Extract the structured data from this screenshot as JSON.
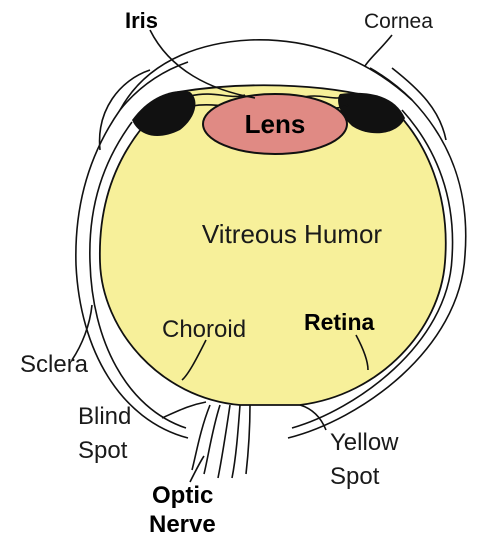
{
  "labels": {
    "iris": "Iris",
    "cornea": "Cornea",
    "lens": "Lens",
    "vitreous_humor": "Vitreous Humor",
    "choroid": "Choroid",
    "retina": "Retina",
    "sclera": "Sclera",
    "blind_spot_1": "Blind",
    "blind_spot_2": "Spot",
    "yellow_spot_1": "Yellow",
    "yellow_spot_2": "Spot",
    "optic_nerve_1": "Optic",
    "optic_nerve_2": "Nerve"
  },
  "colors": {
    "vitreous": "#f7f09a",
    "lens": "#e08a84",
    "outline": "#111111",
    "background": "#ffffff"
  }
}
